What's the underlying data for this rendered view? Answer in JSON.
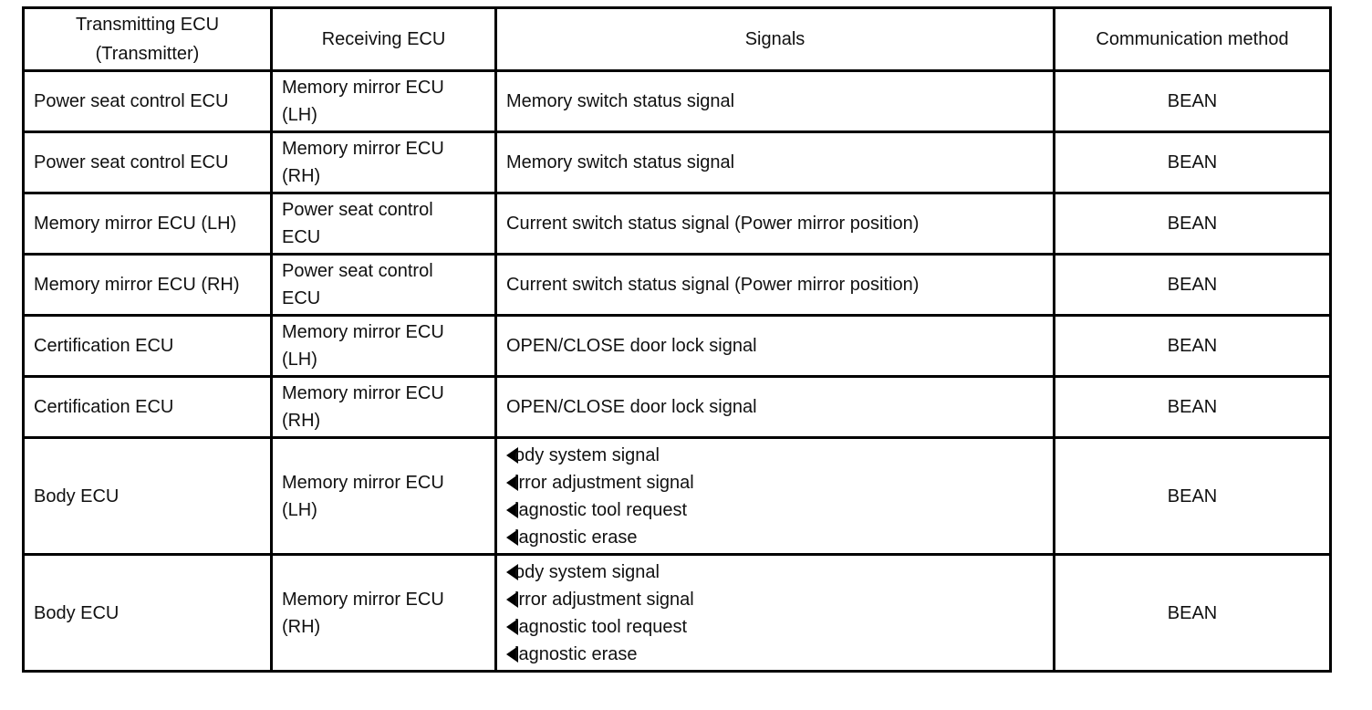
{
  "headers": {
    "transmitter_line1": "Transmitting ECU",
    "transmitter_line2": "(Transmitter)",
    "receiver": "Receiving ECU",
    "signals": "Signals",
    "method": "Communication method"
  },
  "rows": [
    {
      "transmitter": "Power seat control ECU",
      "receiver_line1": "Memory mirror ECU",
      "receiver_line2": "(LH)",
      "signal": "Memory switch status signal",
      "method": "BEAN"
    },
    {
      "transmitter": "Power seat control ECU",
      "receiver_line1": "Memory mirror ECU",
      "receiver_line2": "(RH)",
      "signal": "Memory switch status signal",
      "method": "BEAN"
    },
    {
      "transmitter": "Memory mirror ECU (LH)",
      "receiver_line1": "Power seat control",
      "receiver_line2": "ECU",
      "signal": "Current switch status signal (Power mirror position)",
      "method": "BEAN"
    },
    {
      "transmitter": "Memory mirror ECU (RH)",
      "receiver_line1": "Power seat control",
      "receiver_line2": "ECU",
      "signal": "Current switch status signal (Power mirror position)",
      "method": "BEAN"
    },
    {
      "transmitter": "Certification ECU",
      "receiver_line1": "Memory mirror ECU",
      "receiver_line2": "(LH)",
      "signal": "OPEN/CLOSE door lock signal",
      "method": "BEAN"
    },
    {
      "transmitter": "Certification ECU",
      "receiver_line1": "Memory mirror ECU",
      "receiver_line2": "(RH)",
      "signal": "OPEN/CLOSE door lock signal",
      "method": "BEAN"
    },
    {
      "transmitter": "Body ECU",
      "receiver_line1": "Memory mirror ECU",
      "receiver_line2": "(LH)",
      "signals": [
        "ody system signal",
        "irror adjustment signal",
        "iagnostic tool request",
        "iagnostic erase"
      ],
      "method": "BEAN"
    },
    {
      "transmitter": "Body ECU",
      "receiver_line1": "Memory mirror ECU",
      "receiver_line2": "(RH)",
      "signals": [
        "ody system signal",
        "irror adjustment signal",
        "iagnostic tool request",
        "iagnostic erase"
      ],
      "method": "BEAN"
    }
  ],
  "bullet_icon": "left-pointing-triangle-icon"
}
